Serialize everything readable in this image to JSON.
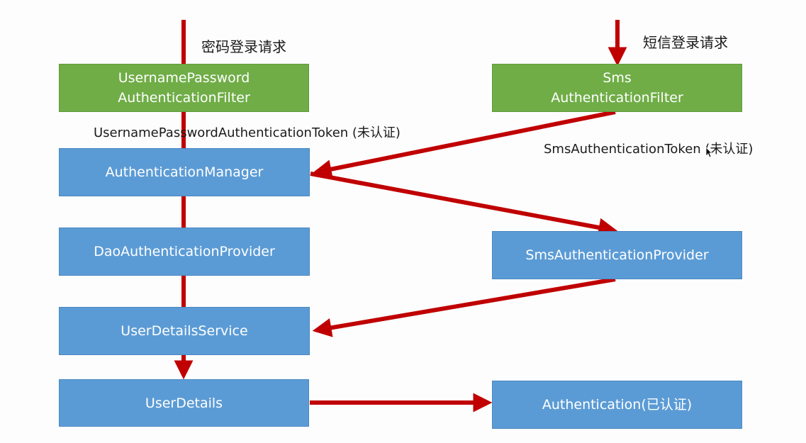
{
  "left_request": "密码登录请求",
  "right_request": "短信登录请求",
  "boxes": {
    "username_filter": "UsernamePassword\nAuthenticationFilter",
    "sms_filter": "Sms\nAuthenticationFilter",
    "auth_manager": "AuthenticationManager",
    "dao_provider": "DaoAuthenticationProvider",
    "sms_provider": "SmsAuthenticationProvider",
    "user_details_service": "UserDetailsService",
    "user_details": "UserDetails",
    "authentication": "Authentication(已认证)"
  },
  "tokens": {
    "username_token": "UsernamePasswordAuthenticationToken (未认证)",
    "sms_token": "SmsAuthenticationToken (未认证)"
  },
  "colors": {
    "filter_box": "#70ad47",
    "component_box": "#5b9bd5",
    "arrow": "#c00000"
  }
}
